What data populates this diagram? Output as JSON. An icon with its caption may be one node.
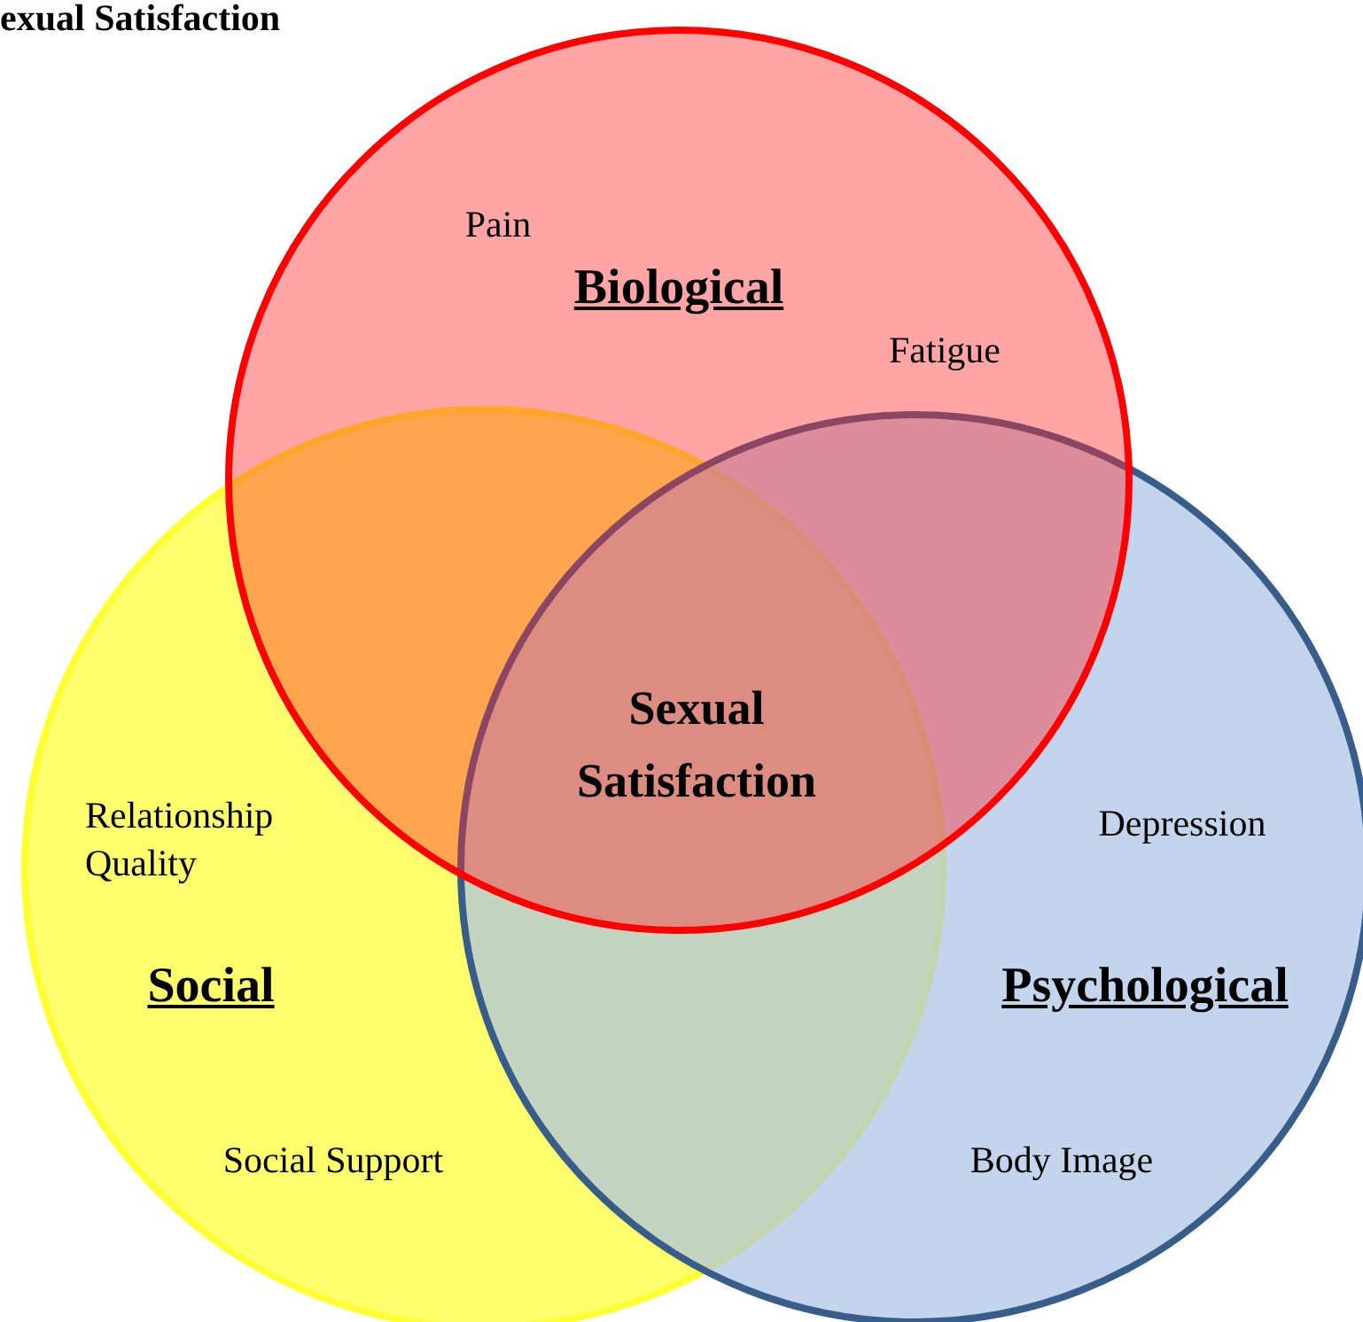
{
  "diagram": {
    "title": "exual Satisfaction",
    "nodes": [
      {
        "text": [
          "Pain",
          "Biological",
          "Fatigue"
        ]
      },
      {
        "text": [
          "Relationship Quality",
          "Social",
          "Social Support"
        ]
      },
      {
        "text": [
          "Depression",
          "Psychological",
          "Body Image"
        ]
      }
    ],
    "labels": [
      "Sexual Satisfaction"
    ]
  }
}
